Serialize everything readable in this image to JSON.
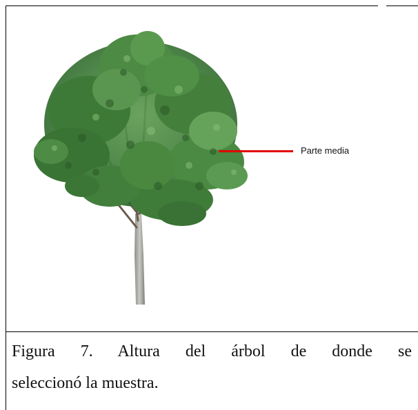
{
  "figure": {
    "image_description_name": "tree-photo",
    "pointer_label": "Parte media",
    "pointer_color": "#e00000"
  },
  "caption": {
    "line1": "Figura 7. Altura del árbol de donde se",
    "line2": "seleccionó la muestra."
  }
}
